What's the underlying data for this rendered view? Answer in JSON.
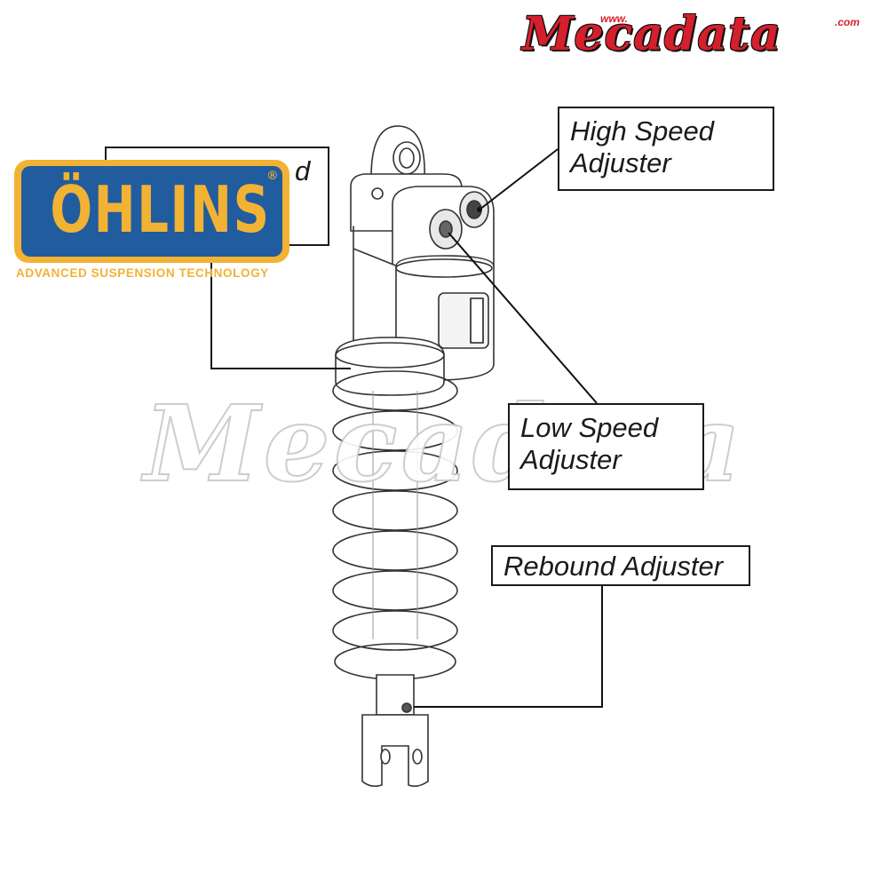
{
  "brand": {
    "top_logo_word": "Mecadata",
    "top_logo_prefix": "www.",
    "top_logo_suffix": ".com",
    "watermark_word": "Mecadata",
    "color_red": "#d61f2c"
  },
  "ohlins": {
    "word": "ÖHLINS",
    "registered": "®",
    "tagline": "ADVANCED SUSPENSION TECHNOLOGY",
    "color_yellow": "#f2b233",
    "color_blue": "#215c9e"
  },
  "callouts": {
    "spring_preload": {
      "line1": "",
      "line2": "d"
    },
    "high_speed": {
      "line1": "High Speed",
      "line2": "Adjuster"
    },
    "low_speed": {
      "line1": "Low Speed",
      "line2": "Adjuster"
    },
    "rebound": {
      "line1": "Rebound Adjuster"
    }
  },
  "icons": {
    "shock": "shock-absorber-drawing",
    "spring": "coil-spring"
  }
}
